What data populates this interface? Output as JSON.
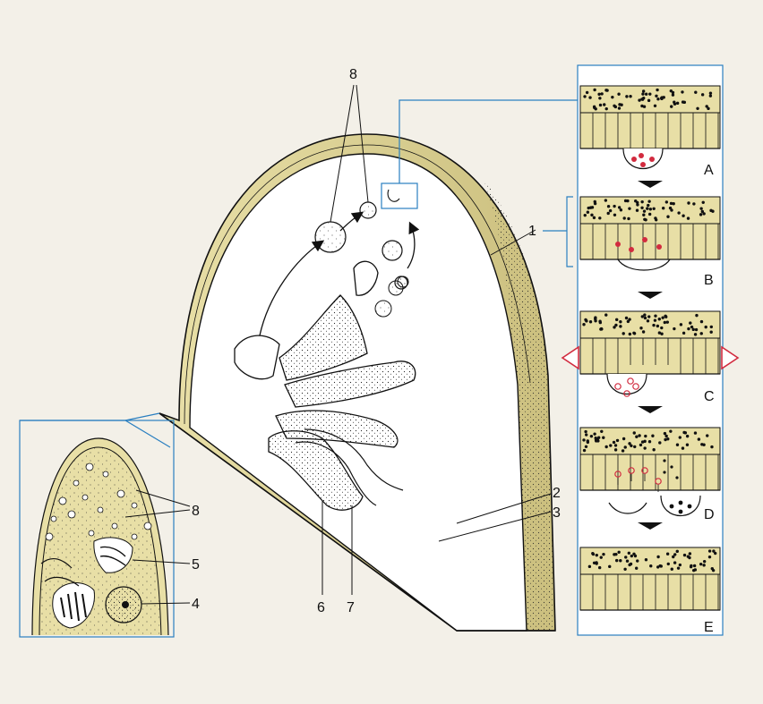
{
  "colors": {
    "background": "#f3f0e8",
    "wall": "#e8dfa6",
    "line": "#111111",
    "callout": "#2a7fc0",
    "vesicle_red": "#d22b3f"
  },
  "labels": {
    "n1": "1",
    "n2": "2",
    "n3": "3",
    "n4": "4",
    "n5": "5",
    "n6": "6",
    "n7": "7",
    "n8_top": "8",
    "n8_inset": "8"
  },
  "stages": {
    "A": "A",
    "B": "B",
    "C": "C",
    "D": "D",
    "E": "E"
  }
}
